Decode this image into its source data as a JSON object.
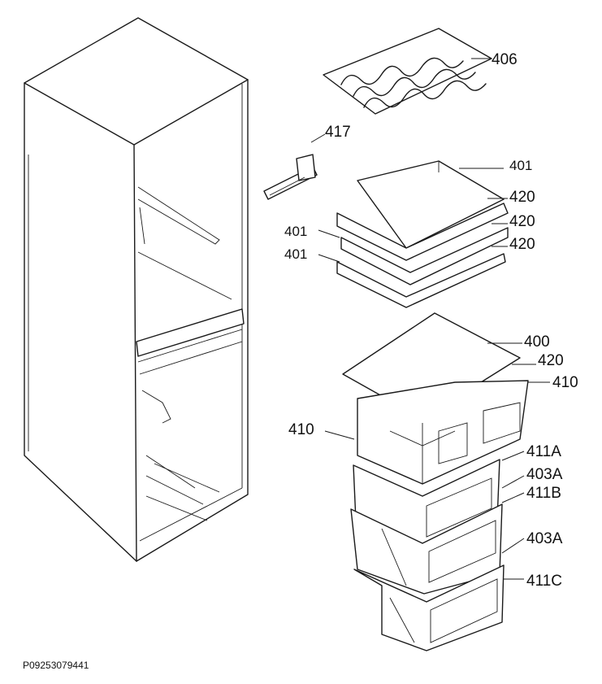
{
  "labels": {
    "l406": "406",
    "l417": "417",
    "l401_top": "401",
    "l420_a": "420",
    "l420_b": "420",
    "l420_c": "420",
    "l401_mid": "401",
    "l401_low": "401",
    "l400": "400",
    "l420_d": "420",
    "l410_right": "410",
    "l410_left": "410",
    "l411A": "411A",
    "l403A_a": "403A",
    "l411B": "411B",
    "l403A_b": "403A",
    "l411C": "411C"
  },
  "document_code": "P09253079441"
}
